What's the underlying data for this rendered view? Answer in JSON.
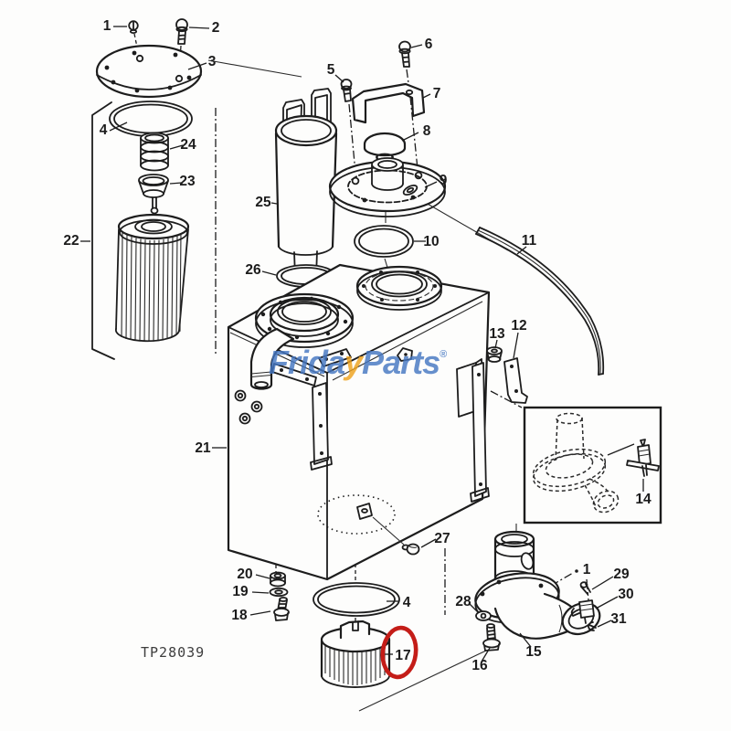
{
  "diagram": {
    "drawing_code": "TP28039",
    "watermark": {
      "prefix": "Frida",
      "accent": "y",
      "suffix": "Parts",
      "registered": "®"
    },
    "colors": {
      "highlight": "#c41d18",
      "watermark_blue": "#4577c2",
      "watermark_gold": "#efa31f",
      "line": "#1d1d1d"
    },
    "parts": {
      "n1": "1",
      "n2": "2",
      "n3": "3",
      "n4": "4",
      "n5": "5",
      "n6": "6",
      "n7": "7",
      "n8": "8",
      "n9": "9",
      "n10": "10",
      "n11": "11",
      "n12": "12",
      "n13": "13",
      "n14": "14",
      "n15": "15",
      "n16": "16",
      "n17": "17",
      "n18": "18",
      "n19": "19",
      "n20": "20",
      "n21": "21",
      "n22": "22",
      "n23": "23",
      "n24": "24",
      "n25": "25",
      "n26": "26",
      "n27": "27",
      "n28": "28",
      "n29": "29",
      "n30": "30",
      "n31": "31"
    }
  }
}
